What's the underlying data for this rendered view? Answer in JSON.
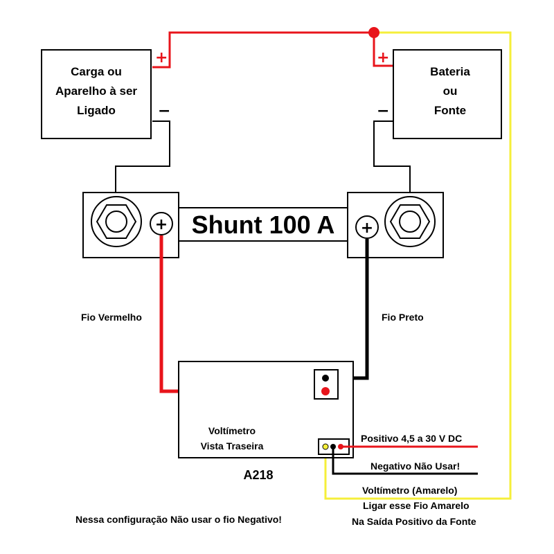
{
  "load_box": {
    "lines": [
      "Carga ou",
      "Aparelho à ser",
      "Ligado"
    ]
  },
  "battery_box": {
    "lines": [
      "Bateria",
      "ou",
      "Fonte"
    ]
  },
  "shunt": {
    "label": "Shunt 100 A"
  },
  "wires": {
    "red_label": "Fio Vermelho",
    "black_label": "Fio Preto"
  },
  "voltmeter": {
    "lines": [
      "Voltímetro",
      "Vista Traseira"
    ],
    "model": "A218"
  },
  "connector_labels": {
    "positive": "Positivo 4,5 a 30 V DC",
    "negative": "Negativo Não Usar!",
    "yellow": "Voltímetro (Amarelo)",
    "yellow_note_1": "Ligar esse Fio Amarelo",
    "yellow_note_2": "Na Saída Positivo da Fonte"
  },
  "footer_note": "Nessa configuração Não usar o fio Negativo!",
  "terminal_signs": {
    "plus": "+",
    "minus": "−"
  },
  "colors": {
    "red_wire": "#e8141b",
    "black_wire": "#000000",
    "yellow_wire": "#f5ef3a"
  }
}
